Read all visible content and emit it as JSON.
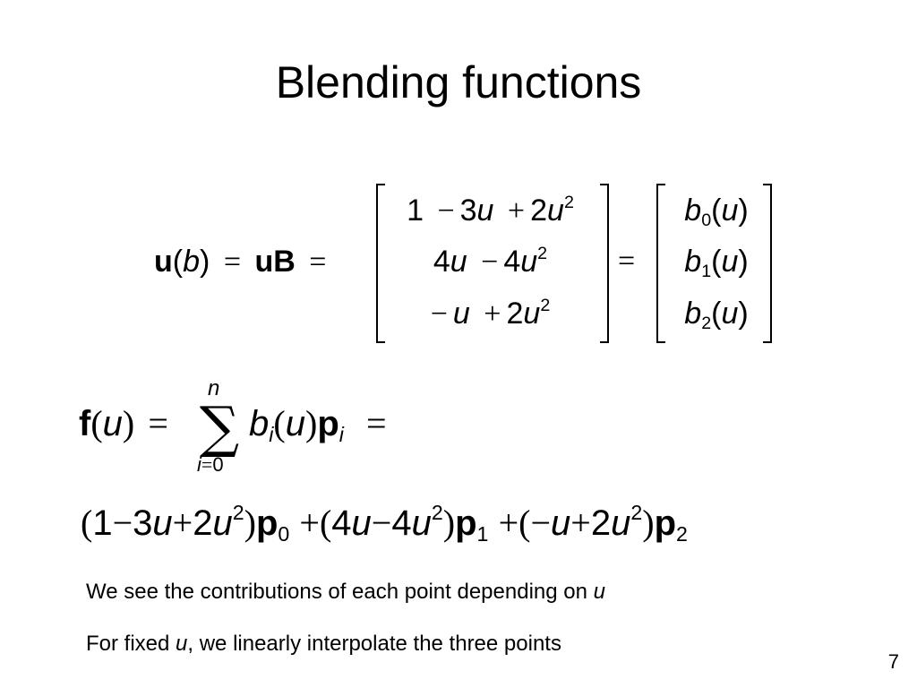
{
  "slide": {
    "title": "Blending functions",
    "page_number": "7"
  },
  "eq1": {
    "lhs_u": "u",
    "lhs_b": "b",
    "lhs_equals": "=",
    "lhs_uB": "uB",
    "rhs_equals": "=",
    "mid_equals": "=",
    "matrix1": [
      {
        "a": "1",
        "op1": "−",
        "c1": "3",
        "v1": "u",
        "op2": "+",
        "c2": "2",
        "v2": "u",
        "exp": "2"
      },
      {
        "c1": "4",
        "v1": "u",
        "op2": "−",
        "c2": "4",
        "v2": "u",
        "exp": "2"
      },
      {
        "op1": "−",
        "v1": "u",
        "op2": "+",
        "c2": "2",
        "v2": "u",
        "exp": "2"
      }
    ],
    "matrix2": [
      {
        "b": "b",
        "sub": "0",
        "arg": "u"
      },
      {
        "b": "b",
        "sub": "1",
        "arg": "u"
      },
      {
        "b": "b",
        "sub": "2",
        "arg": "u"
      }
    ]
  },
  "eq2": {
    "f": "f",
    "arg": "u",
    "equals": "=",
    "sum_top": "n",
    "sum_bottom": "i=0",
    "b": "b",
    "b_sub": "i",
    "b_arg": "u",
    "p": "p",
    "p_sub": "i",
    "trailing_equals": "="
  },
  "eq3": {
    "terms": [
      {
        "inner": "1−3u+2u",
        "exp": "2",
        "p_sub": "0"
      },
      {
        "inner": "4u−4u",
        "exp": "2",
        "p_sub": "1"
      },
      {
        "inner": "−u+2u",
        "exp": "2",
        "p_sub": "2"
      }
    ],
    "plus": "+"
  },
  "notes": {
    "line1_text": "We see the contributions of each point depending on ",
    "line1_var": "u",
    "line2_prefix": "For fixed ",
    "line2_var": "u",
    "line2_rest": ", we linearly interpolate the three points"
  }
}
